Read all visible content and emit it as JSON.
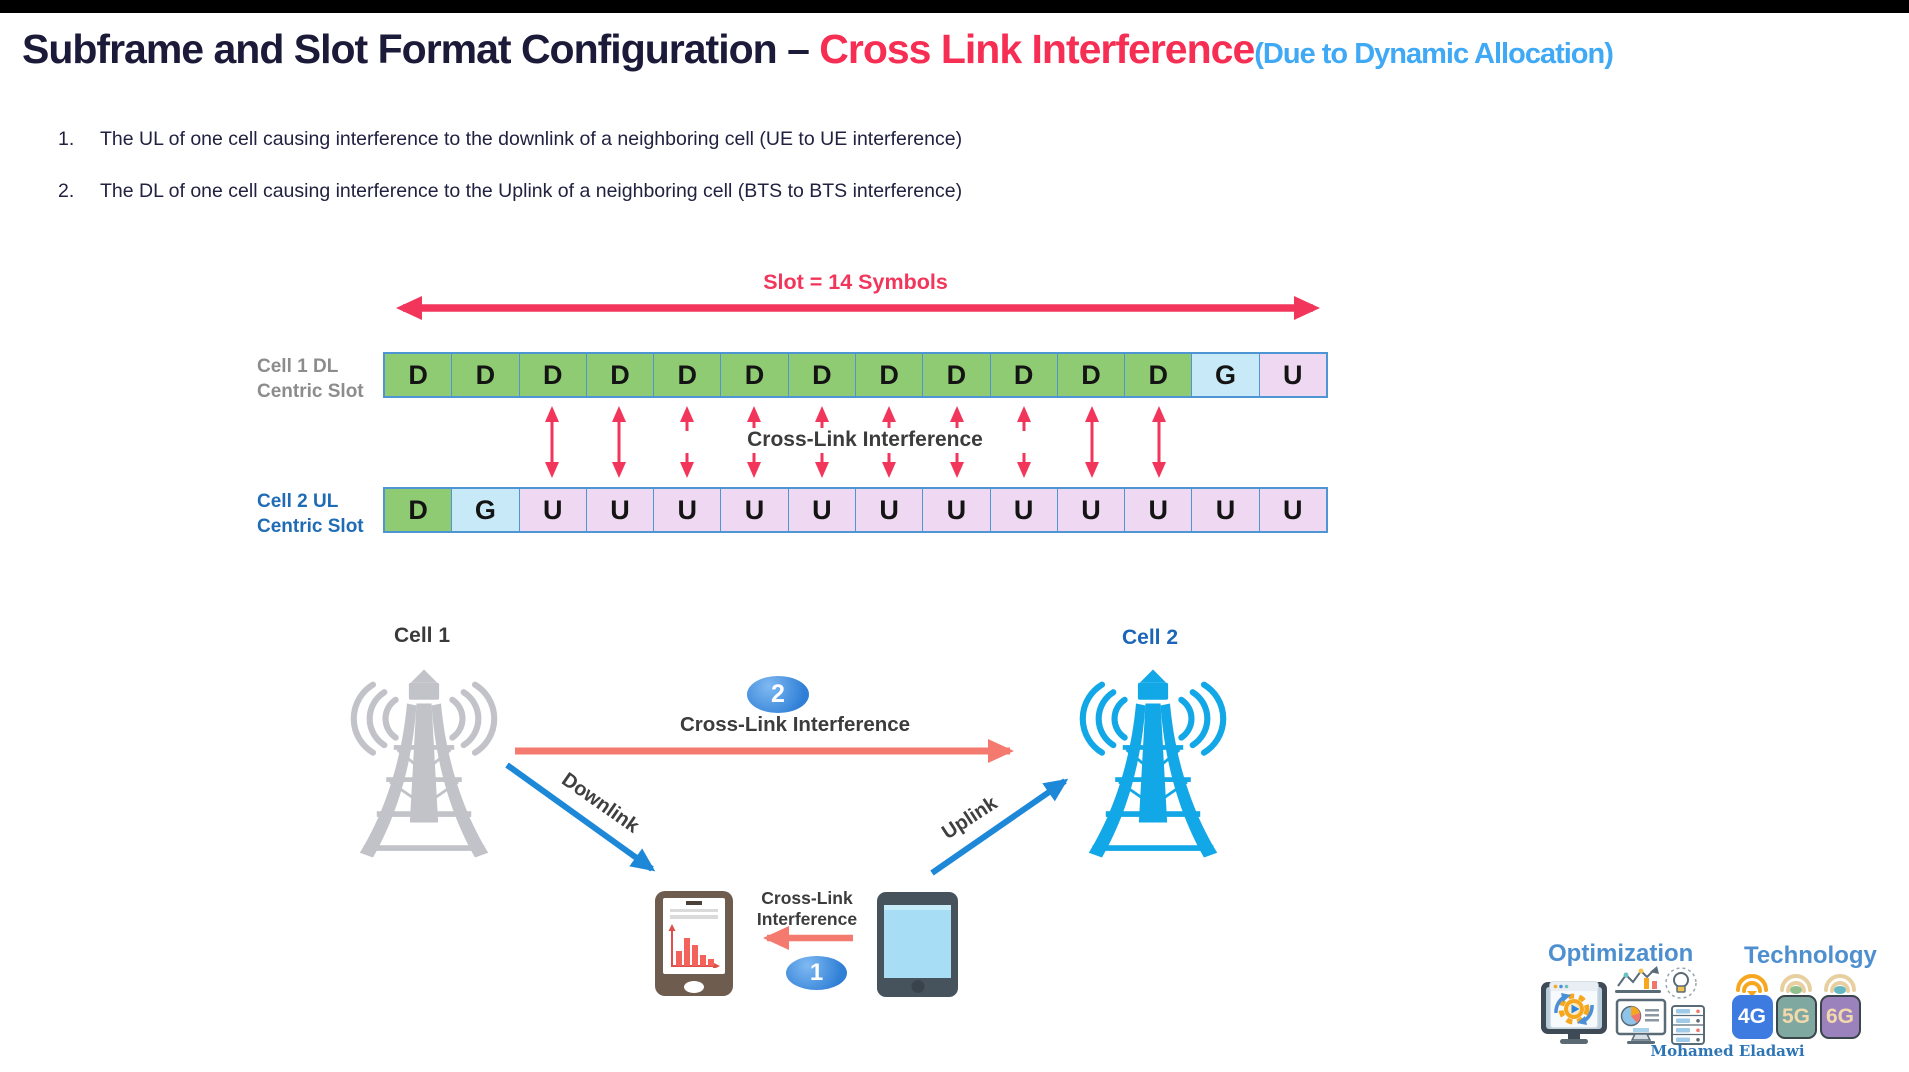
{
  "title": {
    "main": "Subframe and Slot Format Configuration – ",
    "highlight": "Cross Link Interference",
    "note": "(Due to Dynamic Allocation)"
  },
  "bullets": [
    {
      "num": "1.",
      "text": "The UL of one cell causing interference to the downlink of a neighboring cell (UE to UE interference)"
    },
    {
      "num": "2.",
      "text": "The DL of one cell causing interference to the Uplink of a neighboring cell (BTS to BTS interference)"
    }
  ],
  "slot_diagram": {
    "arrow_label": "Slot = 14 Symbols",
    "interference_label": "Cross-Link Interference",
    "row1": {
      "label_line1": "Cell 1 DL",
      "label_line2": "Centric Slot",
      "cells": [
        "D",
        "D",
        "D",
        "D",
        "D",
        "D",
        "D",
        "D",
        "D",
        "D",
        "D",
        "D",
        "G",
        "U"
      ]
    },
    "row2": {
      "label_line1": "Cell 2 UL",
      "label_line2": "Centric Slot",
      "cells": [
        "D",
        "G",
        "U",
        "U",
        "U",
        "U",
        "U",
        "U",
        "U",
        "U",
        "U",
        "U",
        "U",
        "U"
      ]
    }
  },
  "network": {
    "cell1_label": "Cell 1",
    "cell2_label": "Cell 2",
    "top_interference": {
      "number": "2",
      "label": "Cross-Link Interference"
    },
    "downlink_label": "Downlink",
    "uplink_label": "Uplink",
    "bottom_interference": {
      "number": "1",
      "label_line1": "Cross-Link",
      "label_line2": "Interference"
    }
  },
  "footer": {
    "optimization_label": "Optimization",
    "technology_label": "Technology",
    "badges": [
      "4G",
      "5G",
      "6G"
    ],
    "author": "Mohamed Eladawi"
  },
  "colors": {
    "title_navy": "#1B1A38",
    "title_red": "#F72E53",
    "title_blue": "#3FA9F5",
    "slot_arrow_red": "#F2365B",
    "cell_d_green": "#8FCB73",
    "cell_g_blue": "#C8E9F8",
    "cell_u_pink": "#EFD8F1",
    "cell_border_blue": "#4E95D3",
    "row1_label_gray": "#8C8C8C",
    "row2_label_blue": "#1F6CB5",
    "downlink_uplink_blue": "#1E88D8",
    "interference_salmon": "#F4796E",
    "tower1_gray": "#C2C2C9",
    "tower2_cyan": "#12A7E6",
    "badge_4g_blue": "#3D7BE0",
    "badge_5g_teal": "#7FA8A0",
    "badge_6g_purple": "#9B82BC",
    "footer_blue": "#4E8FD0",
    "author_blue": "#2E75B6"
  }
}
